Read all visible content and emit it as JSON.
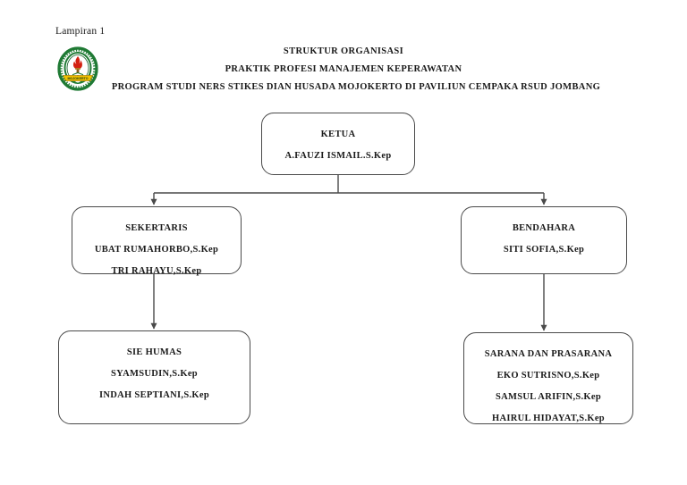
{
  "document": {
    "annex_label": "Lampiran 1",
    "logo": {
      "icon": "stikes-dian-husada-emblem",
      "banner_text": "MOJOKERTO",
      "colors": {
        "ring": "#1f7a34",
        "inner": "#ffffff",
        "flame": "#d32011",
        "banner": "#f2c200",
        "outline": "#0f5c24"
      }
    },
    "title_lines": [
      "STRUKTUR ORGANISASI",
      "PRAKTIK PROFESI MANAJEMEN KEPERAWATAN",
      "PROGRAM STUDI NERS  STIKES DIAN HUSADA MOJOKERTO DI PAVILIUN CEMPAKA RSUD JOMBANG"
    ]
  },
  "chart_data": {
    "type": "diagram",
    "title": "STRUKTUR ORGANISASI",
    "orientation": "top-down",
    "nodes": [
      {
        "id": "ketua",
        "role": "KETUA",
        "members": [
          "A.FAUZI ISMAIL.S.Kep"
        ],
        "level": 0
      },
      {
        "id": "sekertaris",
        "role": "SEKERTARIS",
        "members": [
          "UBAT RUMAHORBO,S.Kep",
          "TRI RAHAYU,S.Kep"
        ],
        "level": 1
      },
      {
        "id": "bendahara",
        "role": "BENDAHARA",
        "members": [
          "SITI SOFIA,S.Kep"
        ],
        "level": 1
      },
      {
        "id": "humas",
        "role": "SIE HUMAS",
        "members": [
          "SYAMSUDIN,S.Kep",
          "INDAH SEPTIANI,S.Kep"
        ],
        "level": 2
      },
      {
        "id": "sarana",
        "role": "SARANA DAN PRASARANA",
        "members": [
          "EKO SUTRISNO,S.Kep",
          "SAMSUL ARIFIN,S.Kep",
          "HAIRUL HIDAYAT,S.Kep"
        ],
        "level": 2
      }
    ],
    "edges": [
      {
        "from": "ketua",
        "to": "sekertaris",
        "style": "elbow-arrow"
      },
      {
        "from": "ketua",
        "to": "bendahara",
        "style": "elbow-arrow"
      },
      {
        "from": "sekertaris",
        "to": "humas",
        "style": "straight-arrow"
      },
      {
        "from": "bendahara",
        "to": "sarana",
        "style": "straight-arrow"
      }
    ],
    "line_color": "#4a4a4a",
    "background": "#ffffff"
  }
}
